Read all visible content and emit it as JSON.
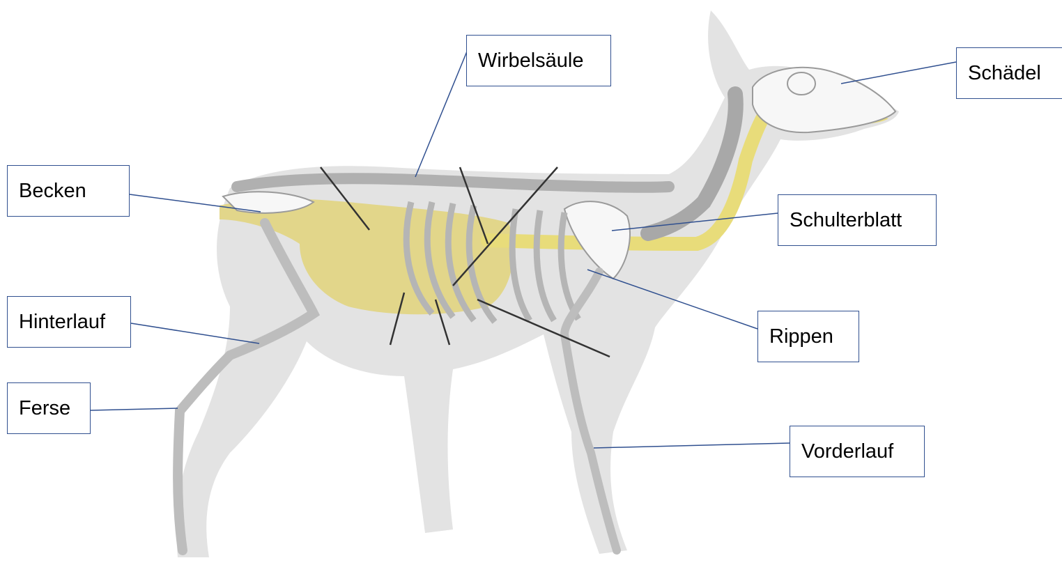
{
  "labels": {
    "wirbelsaeule": "Wirbelsäule",
    "schaedel": "Schädel",
    "becken": "Becken",
    "schulterblatt": "Schulterblatt",
    "hinterlauf": "Hinterlauf",
    "rippen": "Rippen",
    "ferse": "Ferse",
    "vorderlauf": "Vorderlauf"
  },
  "colors": {
    "silhouette": "#e3e3e3",
    "bone": "#f7f7f7",
    "bone_outline": "#9a9a9a",
    "organs": "#e2d68a",
    "organ_line": "#e8dc7a",
    "leader_line": "#2f4f8f",
    "pointer_line": "#333333"
  }
}
